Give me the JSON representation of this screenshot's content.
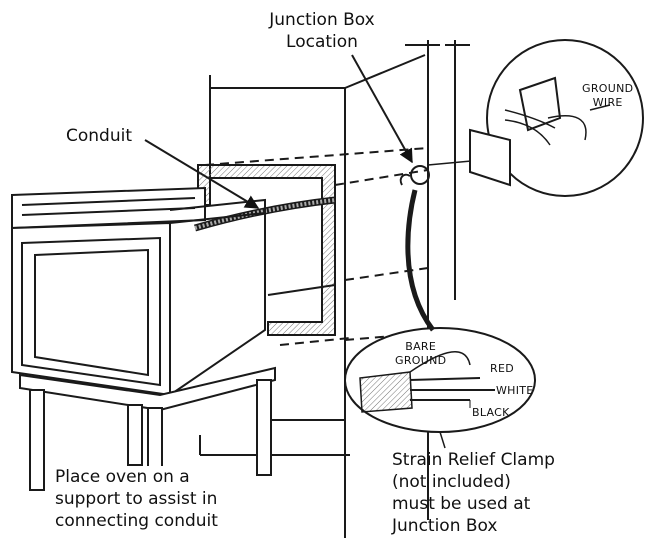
{
  "labels": {
    "junction_box_location": [
      "Junction Box",
      "Location"
    ],
    "conduit": "Conduit",
    "ground_wire": [
      "GROUND",
      "WIRE"
    ],
    "bare_ground": [
      "BARE",
      "GROUND"
    ],
    "red": "RED",
    "white": "WHITE",
    "black": "BLACK",
    "strain_relief": [
      "Strain Relief Clamp",
      "(not included)",
      "must be used at",
      "Junction Box"
    ],
    "place_oven": [
      "Place oven on a",
      "support to assist in",
      "connecting conduit"
    ]
  },
  "colors": {
    "line": "#1a1a1a",
    "hatch": "#555555",
    "background": "#ffffff"
  }
}
